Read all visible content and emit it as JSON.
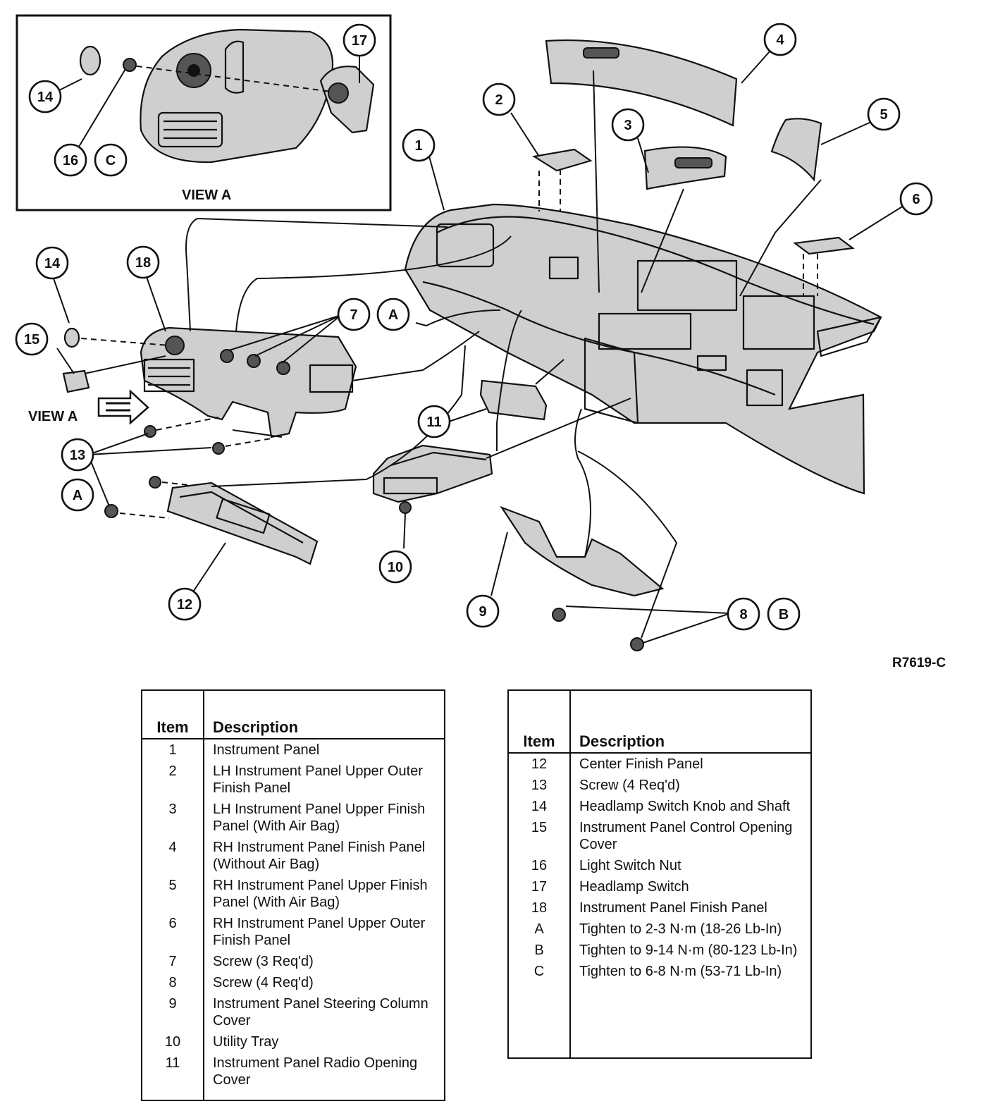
{
  "figure_code": "R7619-C",
  "inset_view_label": "VIEW A",
  "arrow_view_label": "VIEW A",
  "callouts": {
    "c1": "1",
    "c2": "2",
    "c3": "3",
    "c4": "4",
    "c5": "5",
    "c6": "6",
    "c7": "7",
    "c8": "8",
    "c9": "9",
    "c10": "10",
    "c11": "11",
    "c12": "12",
    "c13": "13",
    "c14a": "14",
    "c14b": "14",
    "c15": "15",
    "c16": "16",
    "c17": "17",
    "c18": "18",
    "cA1": "A",
    "cA2": "A",
    "cB": "B",
    "cC": "C"
  },
  "legend_left": {
    "header_item": "Item",
    "header_desc": "Description",
    "rows": [
      {
        "item": "1",
        "desc": "Instrument Panel"
      },
      {
        "item": "2",
        "desc": "LH Instrument Panel Upper Outer Finish Panel"
      },
      {
        "item": "3",
        "desc": "LH Instrument Panel Upper Finish Panel (With Air Bag)"
      },
      {
        "item": "4",
        "desc": "RH Instrument Panel Finish Panel (Without Air Bag)"
      },
      {
        "item": "5",
        "desc": "RH Instrument Panel Upper Finish Panel (With Air Bag)"
      },
      {
        "item": "6",
        "desc": "RH Instrument Panel Upper Outer Finish Panel"
      },
      {
        "item": "7",
        "desc": "Screw (3 Req'd)"
      },
      {
        "item": "8",
        "desc": "Screw (4 Req'd)"
      },
      {
        "item": "9",
        "desc": "Instrument Panel Steering Column Cover"
      },
      {
        "item": "10",
        "desc": "Utility Tray"
      },
      {
        "item": "11",
        "desc": "Instrument Panel Radio Opening Cover"
      }
    ]
  },
  "legend_right": {
    "header_item": "Item",
    "header_desc": "Description",
    "rows": [
      {
        "item": "12",
        "desc": "Center Finish Panel"
      },
      {
        "item": "13",
        "desc": "Screw (4 Req'd)"
      },
      {
        "item": "14",
        "desc": "Headlamp Switch Knob and Shaft"
      },
      {
        "item": "15",
        "desc": "Instrument Panel Control Opening Cover"
      },
      {
        "item": "16",
        "desc": "Light Switch Nut"
      },
      {
        "item": "17",
        "desc": "Headlamp Switch"
      },
      {
        "item": "18",
        "desc": "Instrument Panel Finish Panel"
      },
      {
        "item": "A",
        "desc": "Tighten to 2-3 N·m (18-26 Lb-In)"
      },
      {
        "item": "B",
        "desc": "Tighten to 9-14 N·m (80-123 Lb-In)"
      },
      {
        "item": "C",
        "desc": "Tighten to 6-8 N·m (53-71 Lb-In)"
      }
    ]
  }
}
